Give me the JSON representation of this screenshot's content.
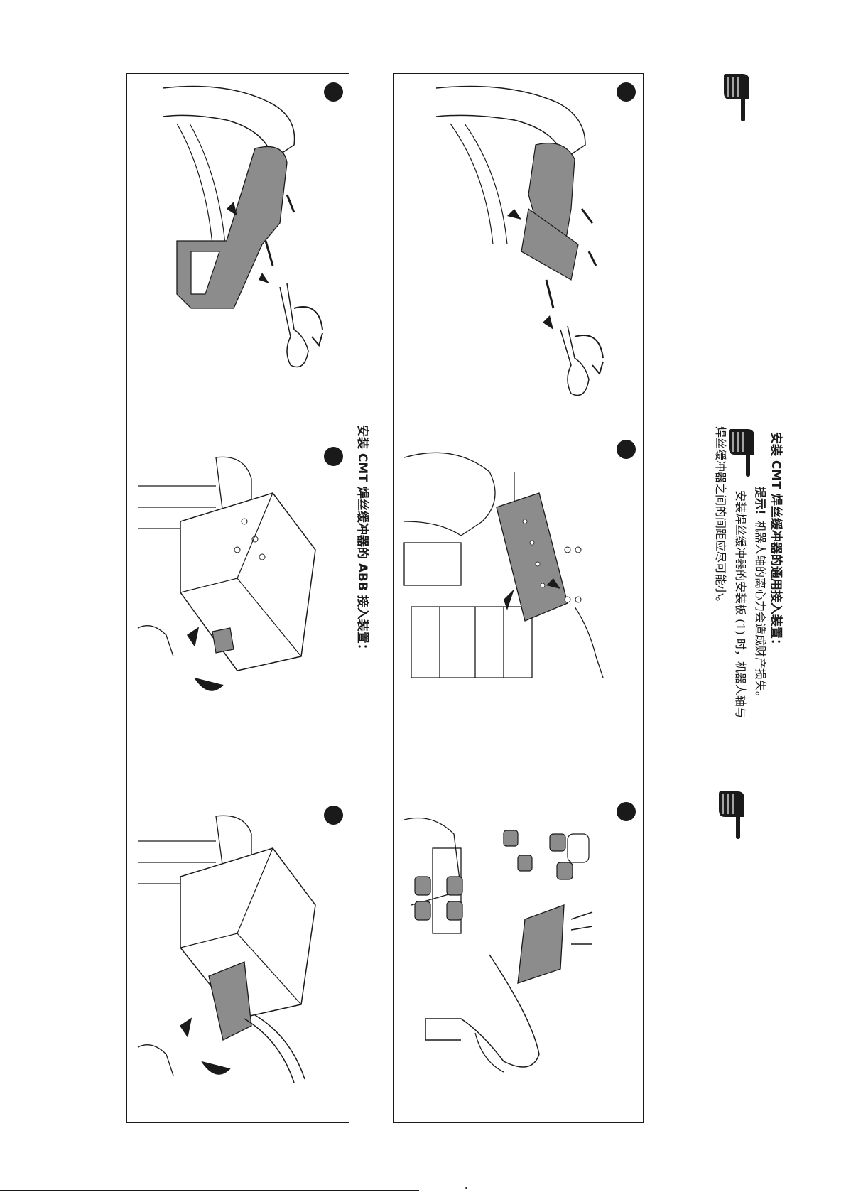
{
  "headings": {
    "generic": "安装 CMT 焊丝缓冲器的通用接入装置：",
    "abb": "安装 CMT 焊丝缓冲器的 ABB 接入装置："
  },
  "note": {
    "label": "提示！",
    "line1": "机器人轴的离心力会造成财产损失。",
    "line2": "安装焊丝缓冲器的安装板 (1) 时，机器人轴与",
    "line3": "焊丝缓冲器之间的间距应尽可能小。"
  },
  "callout": "1",
  "icons": {
    "pointer": "pointing-hand-icon",
    "step": "step-number-dot"
  },
  "colors": {
    "ink": "#1a1a1a",
    "part_fill": "#8c8c8c",
    "paper": "#ffffff"
  }
}
